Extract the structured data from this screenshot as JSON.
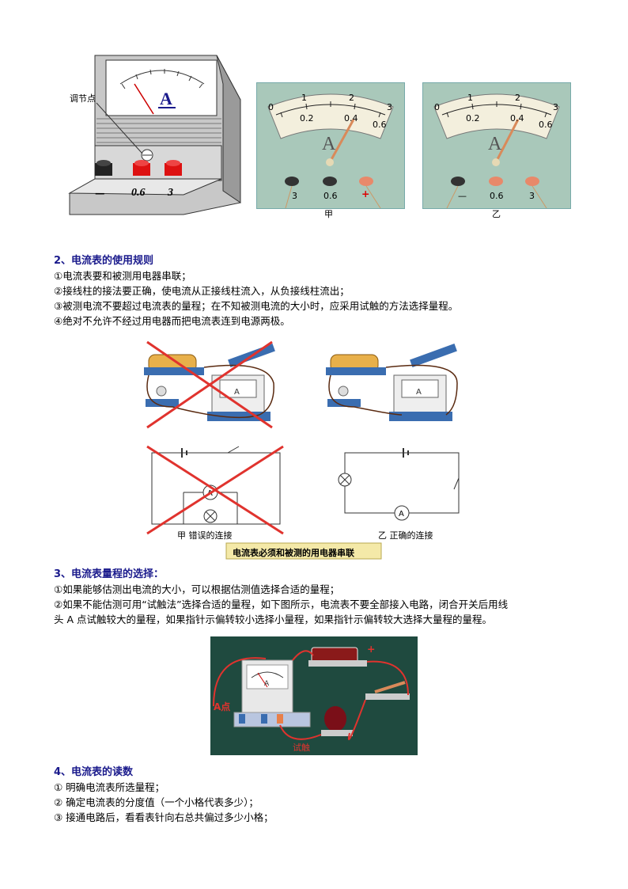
{
  "top_figures": {
    "ammeter_callout": "调节点",
    "ammeter_symbol": "A",
    "ammeter_terminals": [
      "—",
      "0.6",
      "3"
    ],
    "meter_scale_top": [
      "0",
      "1",
      "2",
      "3"
    ],
    "meter_scale_bottom": [
      "0",
      "0.2",
      "0.4",
      "0.6"
    ],
    "meter_left_terminals": [
      "3",
      "0.6",
      "+"
    ],
    "meter_right_terminals": [
      "—",
      "0.6",
      "3"
    ],
    "label_left": "甲",
    "label_right": "乙"
  },
  "section2": {
    "heading": "2、电流表的使用规则",
    "items": [
      "①电流表要和被测用电器串联；",
      "②接线柱的接法要正确，使电流从正接线柱流入，从负接线柱流出；",
      "③被测电流不要超过电流表的量程；在不知被测电流的大小时，应采用试触的方法选择量程。",
      "④绝对不允许不经过用电器而把电流表连到电源两极。"
    ],
    "figure": {
      "caption_wrong": "甲  错误的连接",
      "caption_right": "乙  正确的连接",
      "banner": "电流表必须和被测的用电器串联",
      "meter_symbol": "A"
    }
  },
  "section3": {
    "heading": "3、电流表量程的选择：",
    "items": [
      "①如果能够估测出电流的大小，可以根据估测值选择合适的量程；",
      "②如果不能估测可用“试触法”选择合适的量程，如下图所示，电流表不要全部接入电路，闭合开关后用线",
      "头 A 点试触较大的量程，如果指针示偏转较小选择小量程，如果指针示偏转较大选择大量程的量程。"
    ],
    "figure": {
      "label_a": "A点",
      "label_touch": "试触",
      "plus": "+",
      "meter_symbol": "A"
    }
  },
  "section4": {
    "heading": "4、电流表的读数",
    "items": [
      "①  明确电流表所选量程；",
      "②  确定电流表的分度值（一个小格代表多少）；",
      "③  接通电路后，看看表针向右总共偏过多少小格；"
    ]
  },
  "colors": {
    "heading": "#1a1a8c",
    "meter_bg": "#a9c8ba",
    "red_cross": "#e0332e",
    "dark_panel": "#1f4a3f"
  }
}
